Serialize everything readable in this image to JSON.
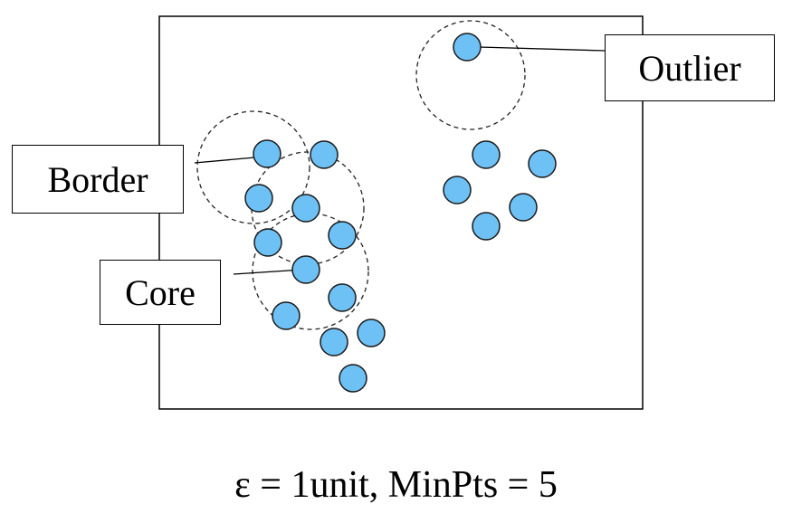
{
  "labels": {
    "outlier": "Outlier",
    "border": "Border",
    "core": "Core"
  },
  "caption": "ε = 1unit, MinPts = 5",
  "colors": {
    "point_fill": "#6ec1f5",
    "point_stroke": "#1a1a1a",
    "frame": "#000000"
  }
}
